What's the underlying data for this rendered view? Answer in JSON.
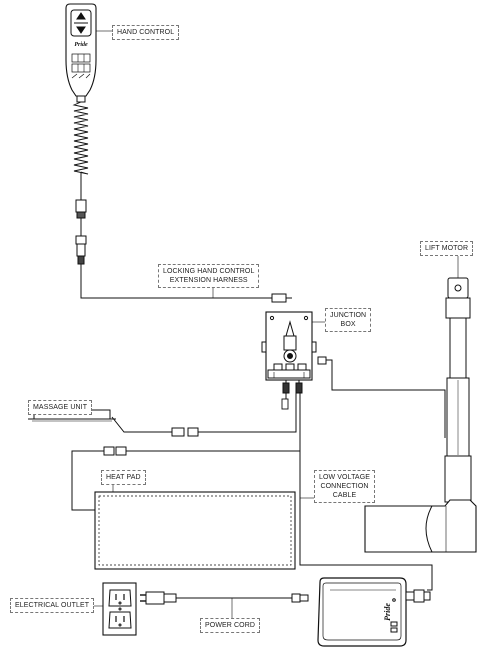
{
  "labels": {
    "hand_control": "HAND CONTROL",
    "locking_harness_line1": "LOCKING HAND CONTROL",
    "locking_harness_line2": "EXTENSION HARNESS",
    "junction_box_line1": "JUNCTION",
    "junction_box_line2": "BOX",
    "lift_motor": "LIFT MOTOR",
    "massage_unit": "MASSAGE UNIT",
    "heat_pad": "HEAT PAD",
    "low_voltage_line1": "LOW VOLTAGE",
    "low_voltage_line2": "CONNECTION",
    "low_voltage_line3": "CABLE",
    "electrical_outlet": "ELECTRICAL OUTLET",
    "power_cord": "POWER CORD"
  },
  "logos": {
    "hand_control_brand": "Pride",
    "transformer_brand": "Pride"
  }
}
